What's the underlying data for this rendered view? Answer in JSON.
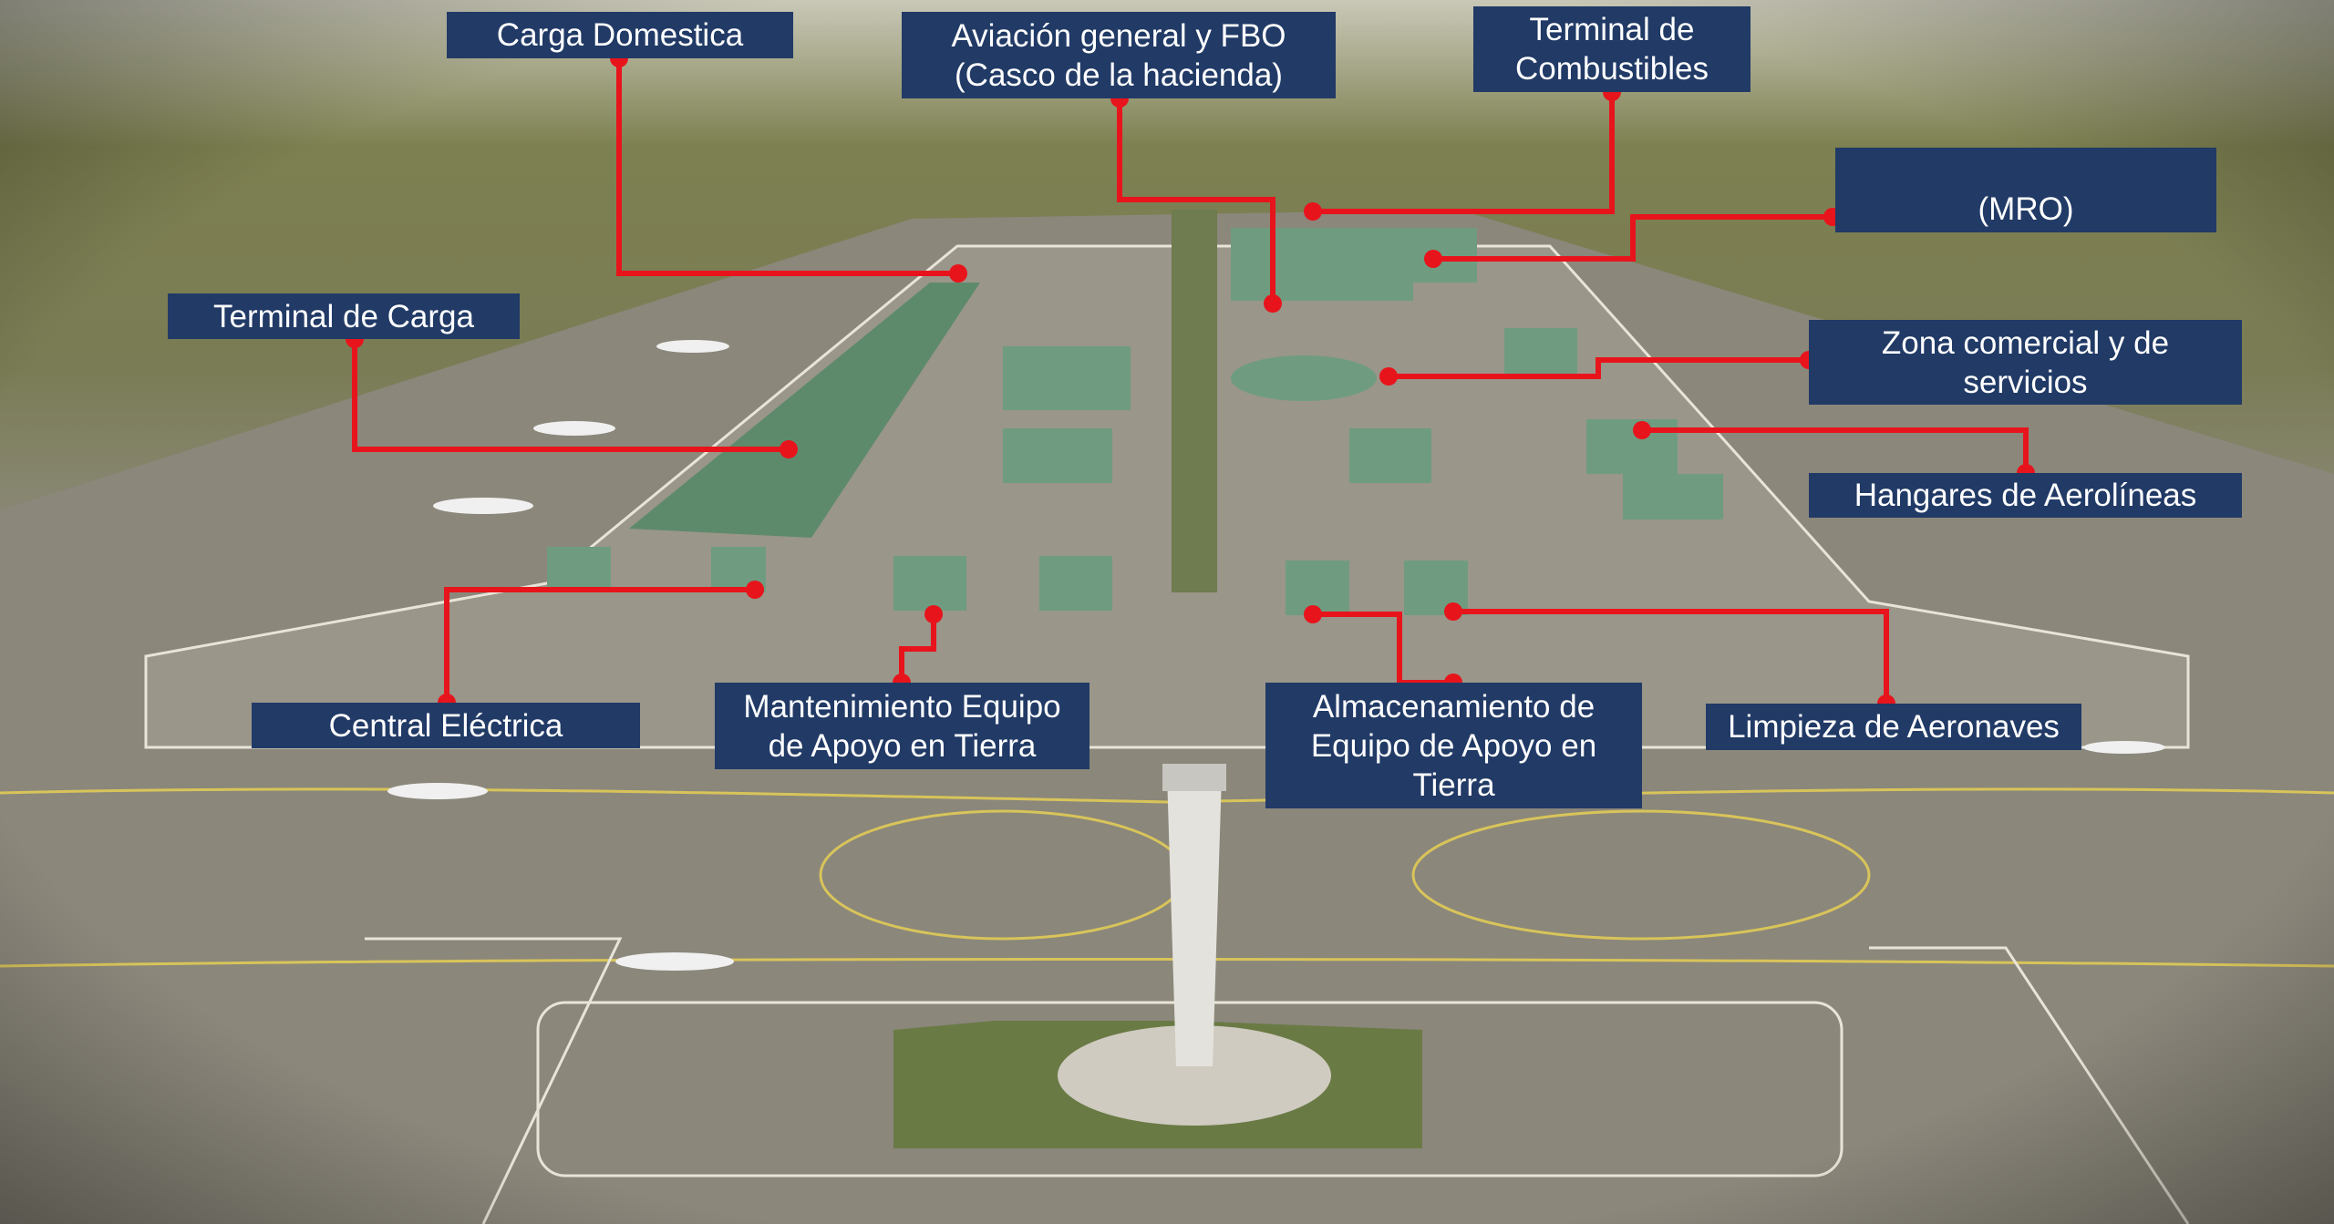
{
  "labels": {
    "carga_domestica": "Carga Domestica",
    "aviacion_general": "Aviación general y FBO (Casco de la hacienda)",
    "terminal_combustibles": "Terminal de Combustibles",
    "mro": "(MRO)",
    "zona_comercial": "Zona comercial y de servicios",
    "hangares": "Hangares de Aerolíneas",
    "terminal_carga": "Terminal de Carga",
    "central_electrica": "Central Eléctrica",
    "mantenimiento": "Mantenimiento Equipo de Apoyo en Tierra",
    "almacenamiento": "Almacenamiento de Equipo de Apoyo en Tierra",
    "limpieza": "Limpieza de Aeronaves"
  },
  "colors": {
    "label_bg": "#213a66",
    "leader": "#e8141c",
    "ground": "#8c887c",
    "grass": "#6f7a45"
  }
}
